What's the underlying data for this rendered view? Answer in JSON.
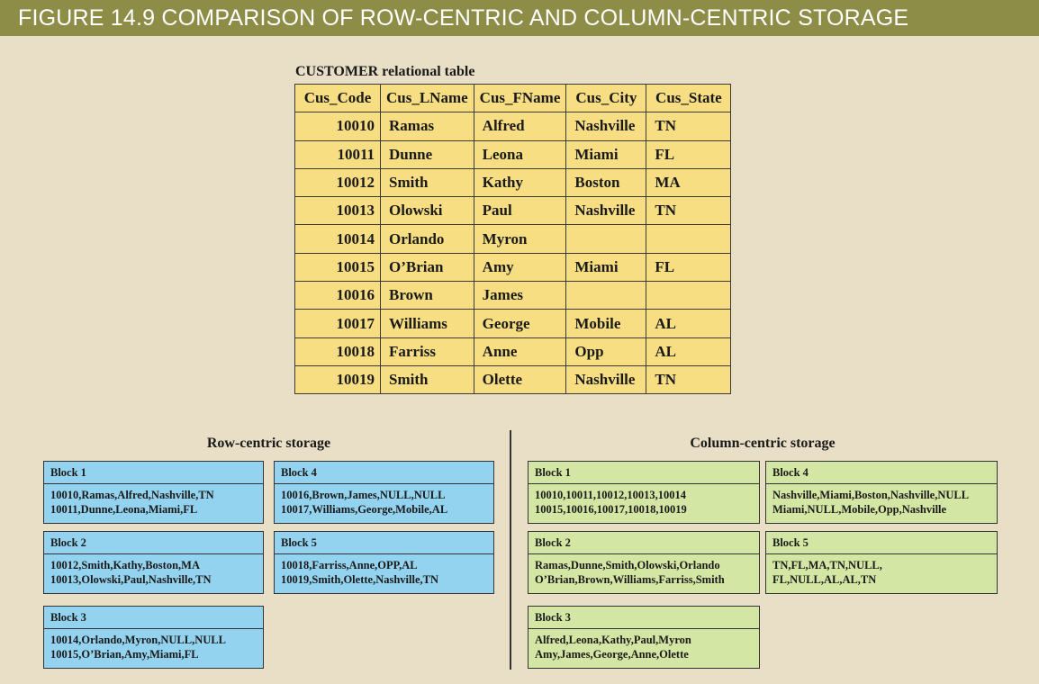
{
  "figure_title": "FIGURE 14.9 COMPARISON OF ROW-CENTRIC AND COLUMN-CENTRIC STORAGE",
  "table": {
    "title": "CUSTOMER relational table",
    "headers": [
      "Cus_Code",
      "Cus_LName",
      "Cus_FName",
      "Cus_City",
      "Cus_State"
    ],
    "rows": [
      [
        "10010",
        "Ramas",
        "Alfred",
        "Nashville",
        "TN"
      ],
      [
        "10011",
        "Dunne",
        "Leona",
        "Miami",
        "FL"
      ],
      [
        "10012",
        "Smith",
        "Kathy",
        "Boston",
        "MA"
      ],
      [
        "10013",
        "Olowski",
        "Paul",
        "Nashville",
        "TN"
      ],
      [
        "10014",
        "Orlando",
        "Myron",
        "",
        ""
      ],
      [
        "10015",
        "O’Brian",
        "Amy",
        "Miami",
        "FL"
      ],
      [
        "10016",
        "Brown",
        "James",
        "",
        ""
      ],
      [
        "10017",
        "Williams",
        "George",
        "Mobile",
        "AL"
      ],
      [
        "10018",
        "Farriss",
        "Anne",
        "Opp",
        "AL"
      ],
      [
        "10019",
        "Smith",
        "Olette",
        "Nashville",
        "TN"
      ]
    ]
  },
  "row_storage": {
    "title": "Row-centric storage",
    "blocks": [
      {
        "label": "Block 1",
        "line1": "10010,Ramas,Alfred,Nashville,TN",
        "line2": "10011,Dunne,Leona,Miami,FL"
      },
      {
        "label": "Block 2",
        "line1": "10012,Smith,Kathy,Boston,MA",
        "line2": "10013,Olowski,Paul,Nashville,TN"
      },
      {
        "label": "Block 3",
        "line1": "10014,Orlando,Myron,NULL,NULL",
        "line2": "10015,O’Brian,Amy,Miami,FL"
      },
      {
        "label": "Block 4",
        "line1": "10016,Brown,James,NULL,NULL",
        "line2": "10017,Williams,George,Mobile,AL"
      },
      {
        "label": "Block 5",
        "line1": "10018,Farriss,Anne,OPP,AL",
        "line2": "10019,Smith,Olette,Nashville,TN"
      }
    ]
  },
  "column_storage": {
    "title": "Column-centric storage",
    "blocks": [
      {
        "label": "Block 1",
        "line1": "10010,10011,10012,10013,10014",
        "line2": "10015,10016,10017,10018,10019"
      },
      {
        "label": "Block 2",
        "line1": "Ramas,Dunne,Smith,Olowski,Orlando",
        "line2": "O’Brian,Brown,Williams,Farriss,Smith"
      },
      {
        "label": "Block 3",
        "line1": "Alfred,Leona,Kathy,Paul,Myron",
        "line2": "Amy,James,George,Anne,Olette"
      },
      {
        "label": "Block 4",
        "line1": "Nashville,Miami,Boston,Nashville,NULL",
        "line2": "Miami,NULL,Mobile,Opp,Nashville"
      },
      {
        "label": "Block 5",
        "line1": "TN,FL,MA,TN,NULL,",
        "line2": "FL,NULL,AL,AL,TN"
      }
    ]
  },
  "colors": {
    "banner": "#8e8d48",
    "background": "#e9dfc6",
    "table_cell": "#f7de83",
    "row_block": "#94d3ef",
    "column_block": "#d4e6a3"
  }
}
